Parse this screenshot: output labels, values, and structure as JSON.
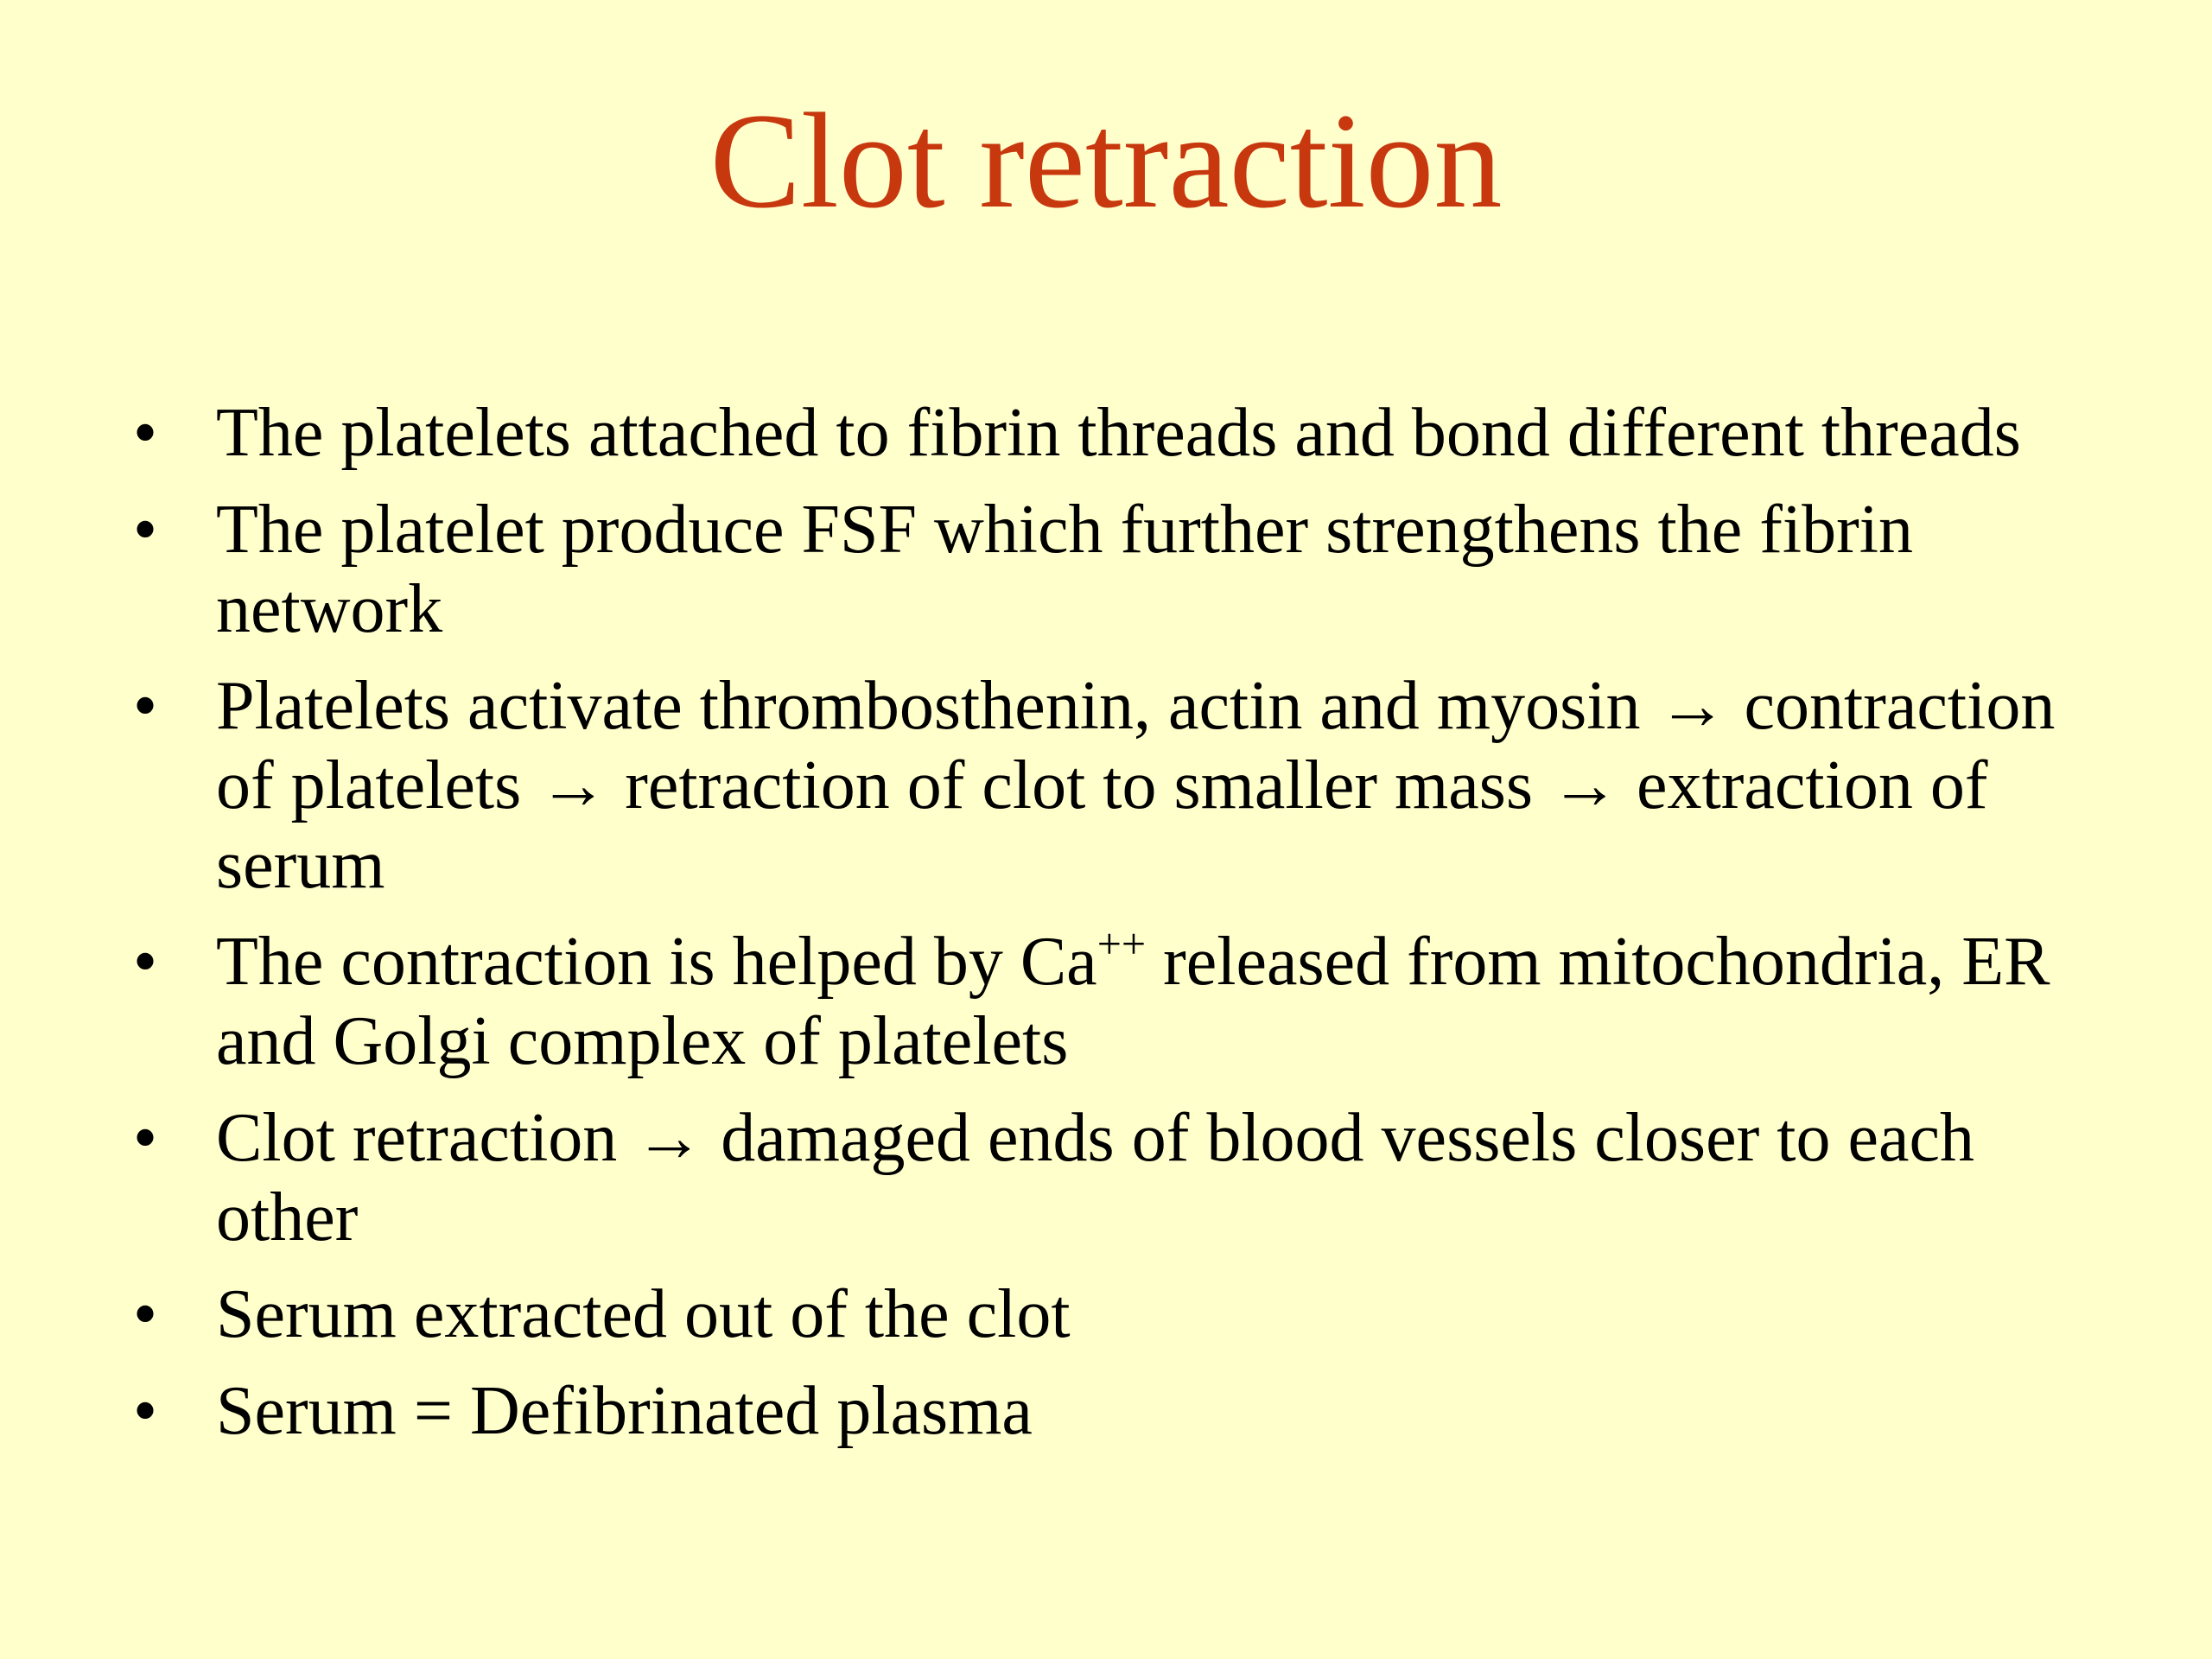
{
  "slide": {
    "title": "Clot retraction",
    "title_color": "#c8380e",
    "background_color": "#ffffcc",
    "bullets": [
      {
        "text": "The platelets attached to fibrin threads and bond different threads"
      },
      {
        "text": "The platelet produce FSF which further strengthens the fibrin network"
      },
      {
        "text": "Platelets activate thrombosthenin, actin and myosin → contraction of platelets → retraction of clot to smaller mass → extraction of serum"
      },
      {
        "text_before": "The contraction is helped by Ca",
        "superscript": "++",
        "text_after": " released from mitochondria, ER and Golgi complex of platelets"
      },
      {
        "text": "Clot retraction → damaged ends of blood vessels closer to each other"
      },
      {
        "text": "Serum extracted out of the clot"
      },
      {
        "text": "Serum = Defibrinated plasma"
      }
    ]
  }
}
